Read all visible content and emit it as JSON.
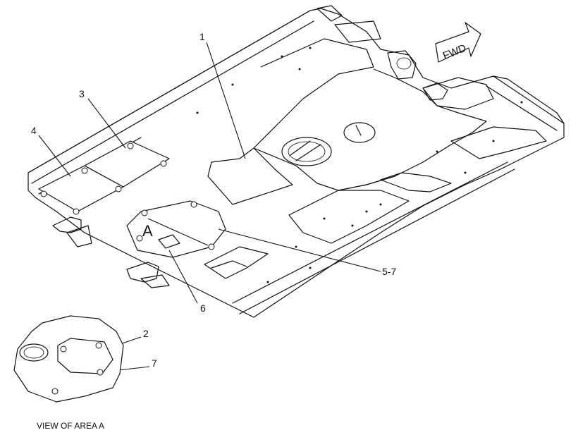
{
  "callouts": {
    "c1": "1",
    "c2": "2",
    "c3": "3",
    "c4": "4",
    "c5_7": "5-7",
    "c6": "6",
    "c7": "7"
  },
  "area_marker": "A",
  "direction_arrow": "FWD",
  "detail_caption": "VIEW OF AREA A"
}
